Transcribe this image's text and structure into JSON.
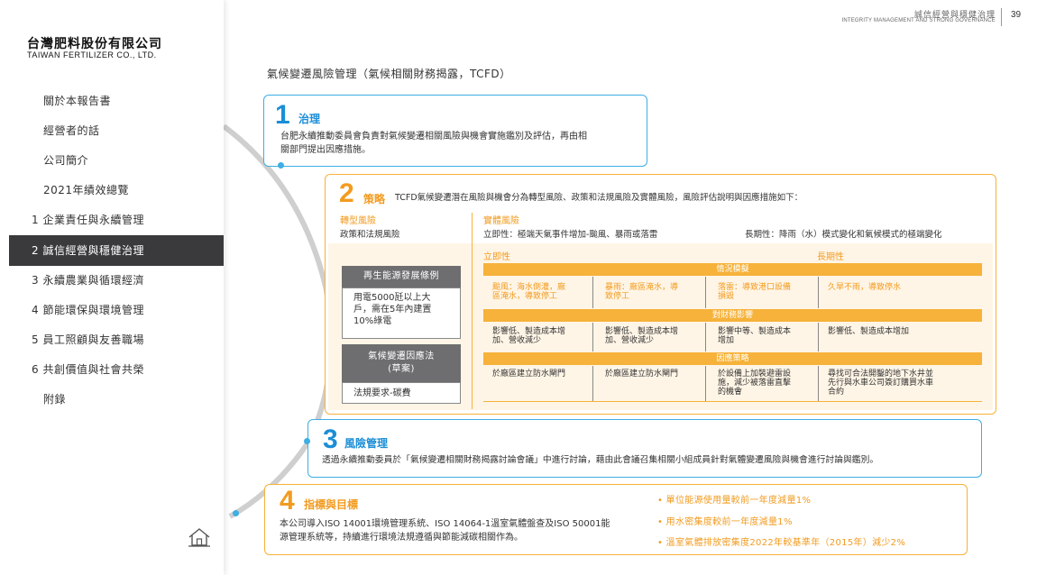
{
  "header": {
    "section_cn": "誠信經營與穩健治理",
    "section_en": "INTEGRITY MANAGEMENT AND STRONG GOVERNANCE",
    "page": "39"
  },
  "logo": {
    "cn": "台灣肥料股份有限公司",
    "en": "TAIWAN FERTILIZER CO., LTD."
  },
  "nav": [
    {
      "label": "關於本報告書"
    },
    {
      "label": "經營者的話"
    },
    {
      "label": "公司簡介"
    },
    {
      "label": "2021年績效總覽"
    },
    {
      "label": "1 企業責任與永續管理"
    },
    {
      "label": "2 誠信經營與穩健治理"
    },
    {
      "label": "3 永續農業與循環經濟"
    },
    {
      "label": "4 節能環保與環境管理"
    },
    {
      "label": "5 員工照顧與友善職場"
    },
    {
      "label": "6 共創價值與社會共榮"
    },
    {
      "label": "附錄"
    }
  ],
  "home_icon": "home-icon",
  "colors": {
    "blue": "#3eaee3",
    "orange": "#f6b23a",
    "dark": "#3a3a3c"
  },
  "title": "氣候變遷風險管理（氣候相關財務揭露，TCFD）",
  "s1": {
    "num": "1",
    "title": "治理",
    "line1": "台肥永續推動委員會負責對氣候變遷相關風險與機會實施鑑別及評估，再由相",
    "line2": "關部門提出因應措施。"
  },
  "s2": {
    "num": "2",
    "title": "策略",
    "desc": "TCFD氣候變遷潛在風險與機會分為轉型風險、政策和法規風險及實體風險，風險評估說明與因應措施如下：",
    "transition_title": "轉型風險",
    "transition_desc": "政策和法規風險",
    "physical_title": "實體風險",
    "acute_desc": "立即性：極端天氣事件增加-颱風、暴雨或落雷",
    "chronic_desc": "長期性：降雨（水）模式變化和氣候模式的極端變化",
    "col_acute": "立即性",
    "col_chronic": "長期性",
    "grey1_head": "再生能源發展條例",
    "grey1_l1": "用電5000瓩以上大",
    "grey1_l2": "戶，需在5年內建置",
    "grey1_l3": "10%綠電",
    "grey2_head1": "氣候變遷因應法",
    "grey2_head2": "(草案)",
    "grey2_body": "法規要求-碳費",
    "band1": "情況模擬",
    "band2": "對財務影響",
    "band3": "因應策略",
    "sc1_l1": "颱風：海水倒灌，廠",
    "sc1_l2": "區淹水，導致停工",
    "sc2_l1": "暴雨：廠區淹水，導",
    "sc2_l2": "致停工",
    "sc3_l1": "落雷：導致港口設備",
    "sc3_l2": "損毀",
    "sc4": "久旱不雨，導致停水",
    "fi1_l1": "影響低、製造成本增",
    "fi1_l2": "加、營收減少",
    "fi2_l1": "影響低、製造成本增",
    "fi2_l2": "加、營收減少",
    "fi3_l1": "影響中等、製造成本",
    "fi3_l2": "增加",
    "fi4": "影響低、製造成本增加",
    "st1": "於廠區建立防水閘門",
    "st2": "於廠區建立防水閘門",
    "st3_l1": "於設備上加裝避雷設",
    "st3_l2": "施，減少被落雷直擊",
    "st3_l3": "的機會",
    "st4_l1": "尋找可合法開鑿的地下水井並",
    "st4_l2": "先行與水車公司簽訂購買水車",
    "st4_l3": "合約"
  },
  "s3": {
    "num": "3",
    "title": "風險管理",
    "body": "透過永續推動委員於「氣候變遷相關財務揭露討論會議」中進行討論，藉由此會議召集相關小組成員針對氣體變遷風險與機會進行討論與鑑別。"
  },
  "s4": {
    "num": "4",
    "title": "指標與目標",
    "line1": "本公司導入ISO 14001環境管理系統、ISO 14064-1溫室氣體盤查及ISO 50001能",
    "line2": "源管理系統等，持續進行環境法規遵循與節能減碳相關作為。",
    "b1": "• 單位能源使用量較前一年度減量1%",
    "b2": "• 用水密集度較前一年度減量1%",
    "b3": "• 溫室氣體排放密集度2022年較基準年（2015年）減少2%"
  }
}
